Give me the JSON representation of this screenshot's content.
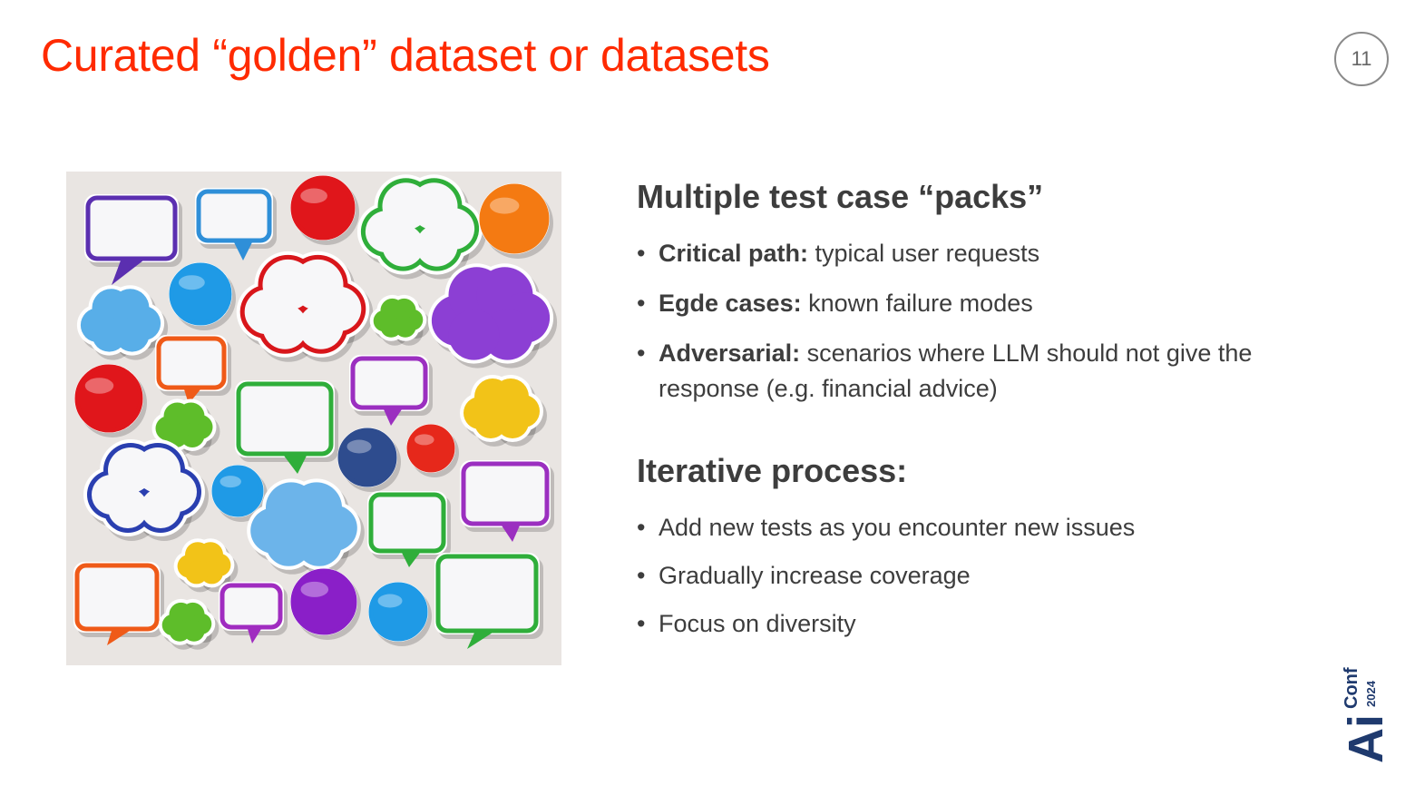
{
  "slide": {
    "title": "Curated “golden” dataset or datasets",
    "page_number": "11"
  },
  "colors": {
    "title": "#ff2a00",
    "text": "#3d3d3d",
    "logo": "#1f3a6e"
  },
  "illustration": {
    "icon": "speech-bubbles-illustration"
  },
  "packs": {
    "heading": "Multiple test case “packs”",
    "items": [
      {
        "term": "Critical path:",
        "text": " typical user requests"
      },
      {
        "term": "Egde cases:",
        "text": " known failure modes"
      },
      {
        "term": "Adversarial:",
        "text": " scenarios where LLM should not give the response (e.g. financial advice)"
      }
    ]
  },
  "iterative": {
    "heading": "Iterative process:",
    "items": [
      "Add new tests as you encounter new issues",
      "Gradually increase coverage",
      "Focus on diversity"
    ]
  },
  "logo": {
    "main": "Ai",
    "sub": "Conf",
    "year": "2024"
  }
}
